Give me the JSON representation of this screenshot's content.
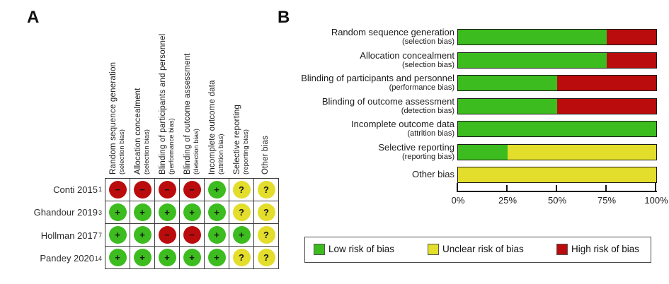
{
  "colors": {
    "low": "#3CBC1E",
    "unclear": "#E3DD2B",
    "high": "#BA0C0C"
  },
  "panel_a": {
    "label": "A",
    "columns": [
      {
        "title": "Random sequence generation",
        "subtitle": "(selection bias)"
      },
      {
        "title": "Allocation concealment",
        "subtitle": "(selection bias)"
      },
      {
        "title": "Blinding of participants and personnel",
        "subtitle": "(performance bias)"
      },
      {
        "title": "Blinding of outcome assessment",
        "subtitle": "(detection bias)"
      },
      {
        "title": "Incomplete outcome data",
        "subtitle": "(attrition bias)"
      },
      {
        "title": "Selective reporting",
        "subtitle": "(reporting bias)"
      },
      {
        "title": "Other bias",
        "subtitle": ""
      }
    ],
    "symbols": {
      "low": "+",
      "unclear": "?",
      "high": "−"
    },
    "rows": [
      {
        "study": "Conti 2015",
        "ref": "1",
        "judgements": [
          "high",
          "high",
          "high",
          "high",
          "low",
          "unclear",
          "unclear"
        ]
      },
      {
        "study": "Ghandour 2019",
        "ref": "3",
        "judgements": [
          "low",
          "low",
          "low",
          "low",
          "low",
          "unclear",
          "unclear"
        ]
      },
      {
        "study": "Hollman 2017",
        "ref": "7",
        "judgements": [
          "low",
          "low",
          "high",
          "high",
          "low",
          "low",
          "unclear"
        ]
      },
      {
        "study": "Pandey 2020",
        "ref": "14",
        "judgements": [
          "low",
          "low",
          "low",
          "low",
          "low",
          "unclear",
          "unclear"
        ]
      }
    ]
  },
  "panel_b": {
    "label": "B"
  },
  "chart_data": {
    "type": "bar",
    "orientation": "horizontal",
    "stacked": true,
    "categories": [
      {
        "label": "Random sequence generation",
        "sublabel": "(selection bias)"
      },
      {
        "label": "Allocation concealment",
        "sublabel": "(selection bias)"
      },
      {
        "label": "Blinding of participants and personnel",
        "sublabel": "(performance bias)"
      },
      {
        "label": "Blinding of outcome assessment",
        "sublabel": "(detection bias)"
      },
      {
        "label": "Incomplete outcome data",
        "sublabel": "(attrition bias)"
      },
      {
        "label": "Selective reporting",
        "sublabel": "(reporting bias)"
      },
      {
        "label": "Other bias",
        "sublabel": ""
      }
    ],
    "series": [
      {
        "name": "Low risk of bias",
        "color_key": "low",
        "values": [
          75,
          75,
          50,
          50,
          100,
          25,
          0
        ]
      },
      {
        "name": "Unclear risk of bias",
        "color_key": "unclear",
        "values": [
          0,
          0,
          0,
          0,
          0,
          75,
          100
        ]
      },
      {
        "name": "High risk of bias",
        "color_key": "high",
        "values": [
          25,
          25,
          50,
          50,
          0,
          0,
          0
        ]
      }
    ],
    "xlim": [
      0,
      100
    ],
    "x_tick_labels": [
      "0%",
      "25%",
      "50%",
      "75%",
      "100%"
    ],
    "x_tick_values": [
      0,
      25,
      50,
      75,
      100
    ],
    "grid": false,
    "legend_position": "bottom"
  }
}
